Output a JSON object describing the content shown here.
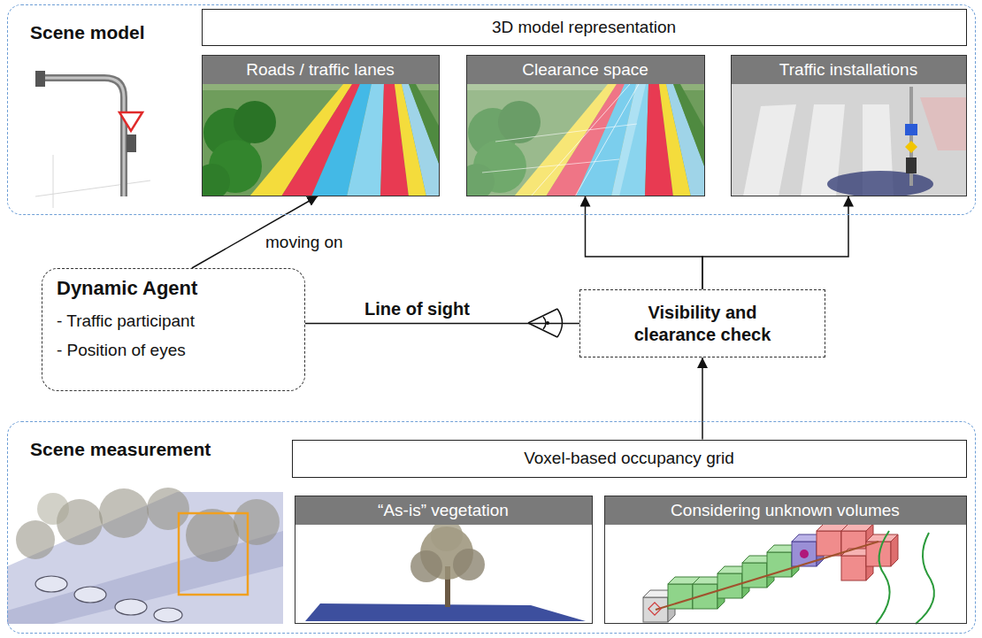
{
  "diagram": {
    "nodes": [
      {
        "text": [
          "Scene model"
        ]
      },
      {
        "text": [
          "3D model representation"
        ],
        "in": 0
      },
      {
        "text": [
          "Roads / traffic lanes"
        ],
        "in": 0
      },
      {
        "text": [
          "Clearance space"
        ],
        "in": 0
      },
      {
        "text": [
          "Traffic installations"
        ],
        "in": 0
      },
      {
        "text": [
          "Dynamic Agent",
          "- Traffic participant",
          "- Position of eyes"
        ]
      },
      {
        "text": [
          "Visibility and clearance check"
        ]
      },
      {
        "text": [
          "Scene measurement"
        ]
      },
      {
        "text": [
          "Voxel-based occupancy grid"
        ],
        "in": 7
      },
      {
        "text": [
          "“As-is” vegetation"
        ],
        "in": 7
      },
      {
        "text": [
          "Considering unknown volumes"
        ],
        "in": 7
      }
    ],
    "edges": [
      {
        "from": 5,
        "to": 2,
        "label": "moving on",
        "arrow": "to"
      },
      {
        "from": 6,
        "to": 3,
        "arrow": "to"
      },
      {
        "from": 6,
        "to": 4,
        "arrow": "to"
      },
      {
        "from": 8,
        "to": 6,
        "arrow": "to"
      },
      {
        "from": 5,
        "to": 6,
        "label": "Line of sight",
        "arrow": "none"
      }
    ]
  }
}
